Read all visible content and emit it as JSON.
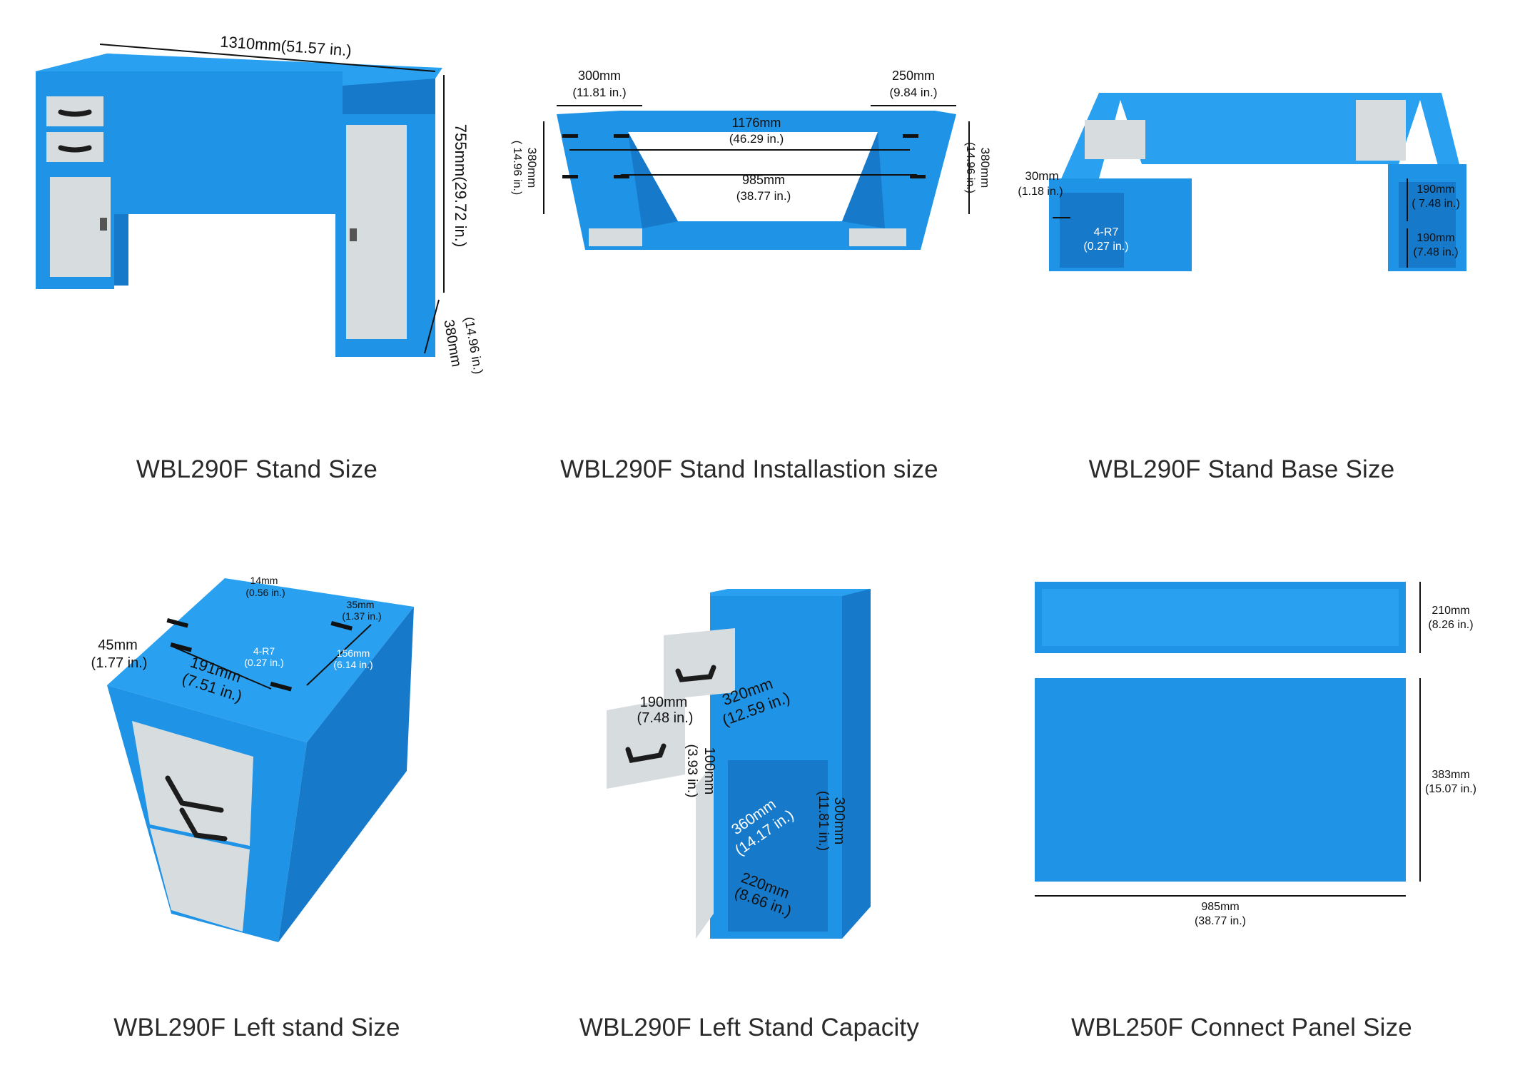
{
  "colors": {
    "cabinet_blue": "#1f93e6",
    "drawer_white": "#d7dcdf",
    "dimension_ink": "#111111"
  },
  "panels": [
    {
      "caption": "WBL290F Stand Size",
      "dims": {
        "width": "1310mm(51.57 in.)",
        "height": "755mm(29.72 in.)",
        "depth_mm": "380mm",
        "depth_in": "(14.96 in.)"
      }
    },
    {
      "caption": "WBL290F Stand Installastion size",
      "dims": {
        "left_mm": "300mm",
        "left_in": "(11.81 in.)",
        "right_mm": "250mm",
        "right_in": "(9.84 in.)",
        "outer_mm": "1176mm",
        "outer_in": "(46.29 in.)",
        "inner_mm": "985mm",
        "inner_in": "(38.77 in.)",
        "depth_left_mm": "380mm",
        "depth_left_in": "( 14.96 in.)",
        "depth_right_mm": "380mm",
        "depth_right_in": "(14.96 in.)"
      }
    },
    {
      "caption": "WBL290F Stand Base Size",
      "dims": {
        "offset_mm": "30mm",
        "offset_in": "(1.18 in.)",
        "radius": "4-R7",
        "radius_in": "(0.27 in.)",
        "upper_mm": "190mm",
        "upper_in": "( 7.48 in.)",
        "lower_mm": "190mm",
        "lower_in": "(7.48 in.)"
      }
    },
    {
      "caption": "WBL290F Left stand Size",
      "dims": {
        "slot_mm": "14mm",
        "slot_in": "(0.56 in.)",
        "slot2_mm": "35mm",
        "slot2_in": "(1.37 in.)",
        "edge_mm": "45mm",
        "edge_in": "(1.77 in.)",
        "radius": "4-R7",
        "radius_in": "(0.27 in.)",
        "width_mm": "191mm",
        "width_in": "(7.51 in.)",
        "depth_mm": "156mm",
        "depth_in": "(6.14 in.)"
      }
    },
    {
      "caption": "WBL290F Left Stand Capacity",
      "dims": {
        "drawer_w_mm": "190mm",
        "drawer_w_in": "(7.48 in.)",
        "drawer_d_mm": "320mm",
        "drawer_d_in": "(12.59 in.)",
        "drawer_h_mm": "100mm",
        "drawer_h_in": "(3.93 in.)",
        "cab_d_mm": "360mm",
        "cab_d_in": "(14.17 in.)",
        "cab_h_mm": "300mm",
        "cab_h_in": "(11.81 in.)",
        "cab_w_mm": "220mm",
        "cab_w_in": "(8.66 in.)"
      }
    },
    {
      "caption": "WBL250F Connect Panel Size",
      "dims": {
        "top_h_mm": "210mm",
        "top_h_in": "(8.26 in.)",
        "panel_h_mm": "383mm",
        "panel_h_in": "(15.07 in.)",
        "panel_w_mm": "985mm",
        "panel_w_in": "(38.77 in.)"
      }
    }
  ]
}
